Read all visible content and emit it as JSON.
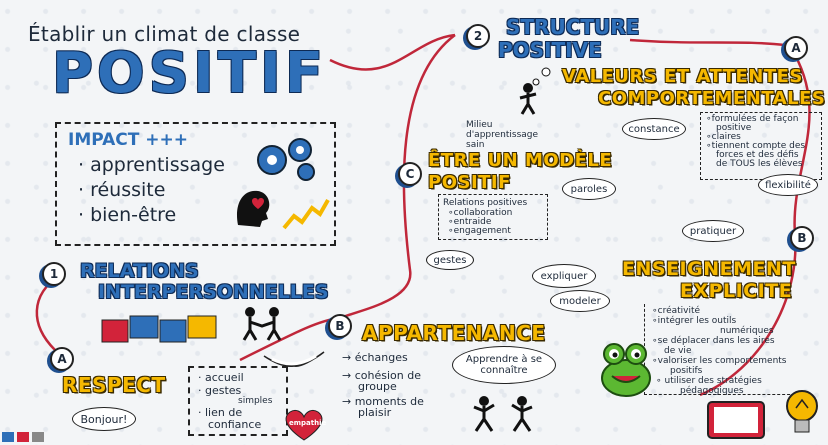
{
  "header": {
    "subtitle": "Établir un climat de classe",
    "title": "POSITIF"
  },
  "impact": {
    "heading": "IMPACT +++",
    "items": [
      "· apprentissage",
      "· réussite",
      "· bien-être"
    ]
  },
  "relations": {
    "num": "1",
    "title_line1": "RELATIONS",
    "title_line2": "INTERPERSONNELLES"
  },
  "respect": {
    "letter": "A",
    "title": "RESPECT",
    "items": [
      "· accueil",
      "· gestes",
      "simples",
      "· lien de",
      "confiance"
    ],
    "bonjour": "Bonjour!",
    "heart_text": "empathie"
  },
  "appartenance": {
    "letter": "B",
    "title": "APPARTENANCE",
    "items": [
      "→ échanges",
      "→ cohésion de",
      "groupe",
      "→ moments de",
      "plaisir"
    ],
    "bubble": "Apprendre à se connaître"
  },
  "modele": {
    "letter": "C",
    "title_line1": "ÊTRE UN MODÈLE",
    "title_line2": "POSITIF",
    "milieu": "Milieu d'apprentissage sain",
    "relations_heading": "Relations positives",
    "relations_items": [
      "∘collaboration",
      "∘entraide",
      "∘engagement"
    ],
    "paroles": "paroles",
    "gestes": "gestes"
  },
  "structure": {
    "num": "2",
    "title_line1": "STRUCTURE",
    "title_line2": "POSITIVE"
  },
  "valeurs": {
    "letter": "A",
    "title_line1": "VALEURS ET ATTENTES",
    "title_line2": "COMPORTEMENTALES",
    "constance": "constance",
    "list": [
      "∘formulées de façon",
      "positive",
      "∘claires",
      "∘tiennent compte des",
      "forces et des défis",
      "de TOUS les élèves"
    ],
    "flexibilite": "flexibilité"
  },
  "enseignement": {
    "letter": "B",
    "title_line1": "ENSEIGNEMENT",
    "title_line2": "EXPLICITE",
    "pratiquer": "pratiquer",
    "expliquer": "expliquer",
    "modeler": "modeler",
    "list": [
      "∘créativité",
      "∘intégrer les outils",
      "numériques",
      "∘se déplacer dans les aires",
      "de vie",
      "∘valoriser les comportements",
      "positifs",
      "∘ utiliser des stratégies",
      "pédagogiques"
    ]
  },
  "colors": {
    "accent_yellow": "#f5b800",
    "accent_blue": "#2e6fb8",
    "curve_red": "#c0273a"
  }
}
